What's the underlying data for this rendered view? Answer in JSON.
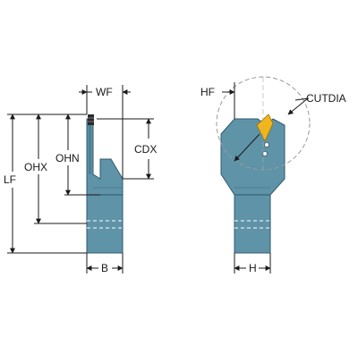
{
  "labels": {
    "wf": "WF",
    "cdx": "CDX",
    "ohn": "OHN",
    "ohx": "OHX",
    "lf": "LF",
    "b": "B",
    "hf": "HF",
    "cutdia": "CUTDIA",
    "h": "H"
  },
  "colors": {
    "body_fill": "#5f93a8",
    "body_stroke": "#2f5a6c",
    "insert_yellow": "#f2b51a",
    "dimension_line": "#1a1a1a",
    "dashed_circle": "#999999"
  }
}
